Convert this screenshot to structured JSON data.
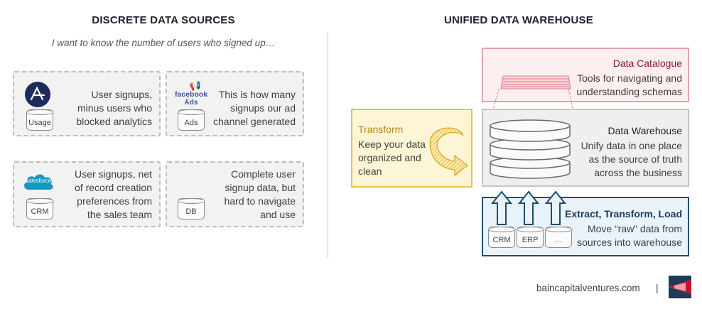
{
  "left": {
    "heading": "DISCRETE DATA SOURCES",
    "subtitle": "I want to know the number of users who signed up…",
    "cards": [
      {
        "logo": "amplitude-logo",
        "db_label": "Usage",
        "text_lines": [
          "User signups,",
          "minus users who",
          "blocked analytics"
        ]
      },
      {
        "logo_text_1": "facebook",
        "logo_text_2": "Ads",
        "db_label": "Ads",
        "text_lines": [
          "This is how many",
          "signups our ad",
          "channel generated"
        ]
      },
      {
        "logo_text": "salesforce",
        "db_label": "CRM",
        "text_lines": [
          "User signups, net",
          "of record creation",
          "preferences from",
          "the sales team"
        ]
      },
      {
        "db_label": "DB",
        "text_lines": [
          "Complete user",
          "signup data, but",
          "hard to navigate",
          "and use"
        ]
      }
    ]
  },
  "right": {
    "heading": "UNIFIED DATA WAREHOUSE",
    "catalogue": {
      "title": "Data Catalogue",
      "lines": [
        "Tools for navigating and",
        "understanding schemas"
      ],
      "color": "#8b1a2b"
    },
    "warehouse": {
      "title": "Data Warehouse",
      "lines": [
        "Unify data in one place",
        "as the source of truth",
        "across the business"
      ],
      "color": "#1f1f2e"
    },
    "transform": {
      "title": "Transform",
      "lines": [
        "Keep your data",
        "organized and",
        "clean"
      ],
      "color": "#b8860b"
    },
    "etl": {
      "title": "Extract, Transform, Load",
      "lines": [
        "Move “raw” data from",
        "sources into warehouse"
      ],
      "color": "#1f3b57",
      "sources": [
        "CRM",
        "ERP",
        "…"
      ]
    }
  },
  "footer": {
    "site": "baincapitalventures.com",
    "separator": "|"
  }
}
